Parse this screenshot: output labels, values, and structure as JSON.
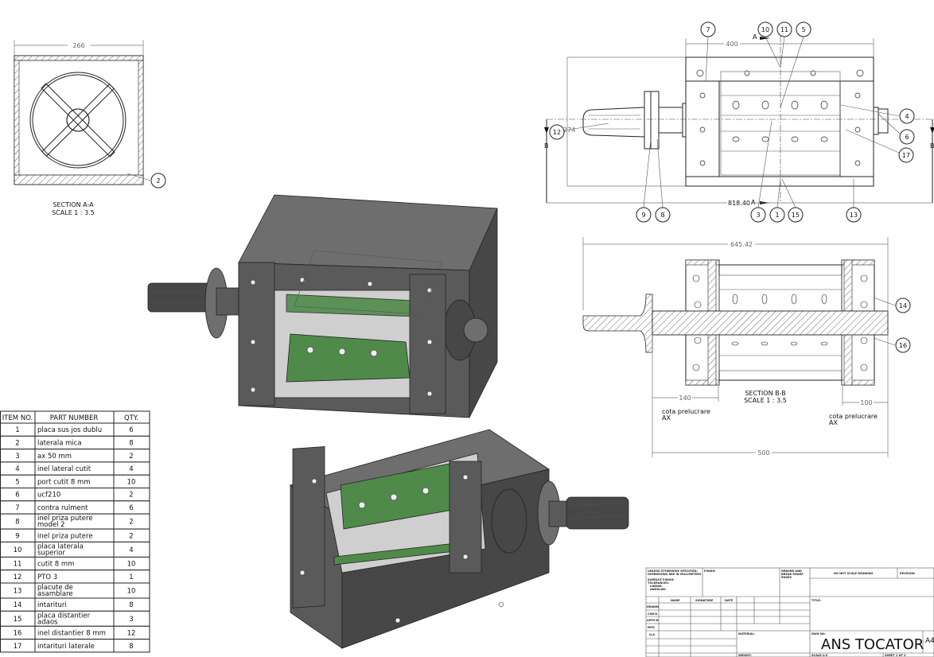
{
  "section_aa": {
    "dimension_width": "266",
    "title": "SECTION A-A",
    "scale": "SCALE 1 : 3.5",
    "balloon": "2"
  },
  "top_view": {
    "dimension_width": "400",
    "dimension_overall": "818.40",
    "dimension_height": "274",
    "section_marker_a": "A",
    "section_marker_b": "B",
    "balloons": [
      "7",
      "10",
      "11",
      "5",
      "12",
      "4",
      "6",
      "17",
      "9",
      "8",
      "3",
      "1",
      "15",
      "13"
    ]
  },
  "section_bb": {
    "dimension_overall": "645.42",
    "dimension_left": "140",
    "dimension_right": "100",
    "dimension_bottom": "500",
    "title": "SECTION B-B",
    "scale": "SCALE 1 : 3.5",
    "note_left": [
      "cota prelucrare",
      "AX"
    ],
    "note_right": [
      "cota prelucrare",
      "AX"
    ],
    "balloons": [
      "14",
      "16"
    ]
  },
  "bom": {
    "headers": [
      "ITEM NO.",
      "PART NUMBER",
      "QTY."
    ],
    "rows": [
      {
        "item": "1",
        "part": [
          "placa sus jos  dublu"
        ],
        "qty": "6"
      },
      {
        "item": "2",
        "part": [
          "laterala mica"
        ],
        "qty": "8"
      },
      {
        "item": "3",
        "part": [
          "ax  50 mm"
        ],
        "qty": "2"
      },
      {
        "item": "4",
        "part": [
          "inel lateral cutit"
        ],
        "qty": "4"
      },
      {
        "item": "5",
        "part": [
          "port cutit  8 mm"
        ],
        "qty": "10"
      },
      {
        "item": "6",
        "part": [
          "ucf210"
        ],
        "qty": "2"
      },
      {
        "item": "7",
        "part": [
          "contra rulment"
        ],
        "qty": "6"
      },
      {
        "item": "8",
        "part": [
          "inel priza putere",
          "model 2"
        ],
        "qty": "2"
      },
      {
        "item": "9",
        "part": [
          "inel priza putere"
        ],
        "qty": "2"
      },
      {
        "item": "10",
        "part": [
          "placa laterala",
          "superior"
        ],
        "qty": "4"
      },
      {
        "item": "11",
        "part": [
          "cutit  8 mm"
        ],
        "qty": "10"
      },
      {
        "item": "12",
        "part": [
          "PTO 3"
        ],
        "qty": "1"
      },
      {
        "item": "13",
        "part": [
          "placute  de",
          "asamblare"
        ],
        "qty": "10"
      },
      {
        "item": "14",
        "part": [
          "intarituri"
        ],
        "qty": "8"
      },
      {
        "item": "15",
        "part": [
          "placa  distantier",
          "adaos"
        ],
        "qty": "3"
      },
      {
        "item": "16",
        "part": [
          "inel distantier 8 mm"
        ],
        "qty": "12"
      },
      {
        "item": "17",
        "part": [
          "intarituri laterale"
        ],
        "qty": "8"
      }
    ]
  },
  "title_block": {
    "unless": [
      "UNLESS OTHERWISE SPECIFIED:",
      "DIMENSIONS ARE IN MILLIMETERS",
      "SURFACE FINISH:",
      "TOLERANCES:",
      "LINEAR:",
      "ANGULAR:"
    ],
    "finish": "FINISH:",
    "deburr": [
      "DEBURR AND",
      "BREAK SHARP",
      "EDGES"
    ],
    "do_not_scale": "DO NOT SCALE DRAWING",
    "revision": "REVISION",
    "col_headers": [
      "NAME",
      "SIGNATURE",
      "DATE"
    ],
    "row_labels": [
      "DRAWN",
      "CHK'D",
      "APPV'D",
      "MFG",
      "Q.A"
    ],
    "title_label": "TITLE:",
    "material": "MATERIAL:",
    "weight": "WEIGHT:",
    "dwg_no_label": "DWG NO.",
    "dwg_no": "ANS TOCATOR",
    "size": "A4",
    "scale": "SCALE:1:5",
    "sheet": "SHEET 1 OF 2"
  },
  "colors": {
    "green_plate": "#4f8a4a",
    "metal": "#5a5a5a"
  }
}
